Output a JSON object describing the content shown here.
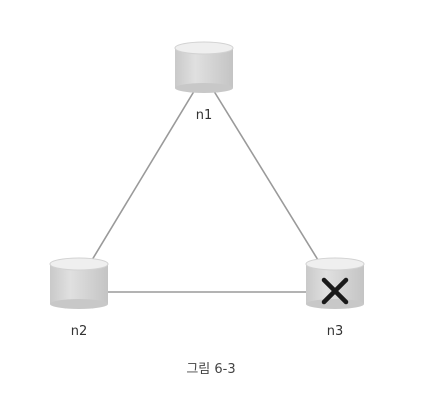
{
  "diagram": {
    "nodes": [
      {
        "id": "n1",
        "label": "n1",
        "failed": false
      },
      {
        "id": "n2",
        "label": "n2",
        "failed": false
      },
      {
        "id": "n3",
        "label": "n3",
        "failed": true
      }
    ],
    "edges": [
      {
        "from": "n1",
        "to": "n2"
      },
      {
        "from": "n1",
        "to": "n3"
      },
      {
        "from": "n2",
        "to": "n3"
      }
    ],
    "failure_icon": "x-mark-icon",
    "caption": "그림 6-3"
  },
  "colors": {
    "cylinder_body": "#d6d6d6",
    "cylinder_top": "#ececec",
    "edge": "#9a9a9a",
    "failure_mark": "#1a1a1a"
  }
}
